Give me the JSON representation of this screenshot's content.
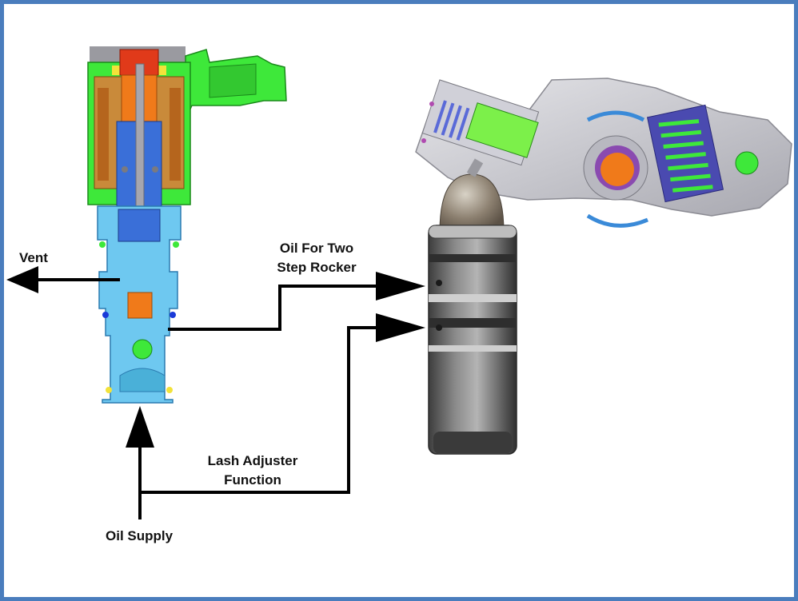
{
  "labels": {
    "vent": "Vent",
    "oil_two_step_line1": "Oil For Two",
    "oil_two_step_line2": "Step Rocker",
    "lash_line1": "Lash Adjuster",
    "lash_line2": "Function",
    "oil_supply": "Oil Supply"
  },
  "colors": {
    "frame": "#4a7dbd",
    "solenoid_green": "#3ee83a",
    "solenoid_blue": "#3a6fd8",
    "solenoid_light_blue": "#6ec8f0",
    "coil_brown": "#b5651d",
    "core_red": "#e03a1a",
    "core_orange": "#f07a1a",
    "rocker_gray": "#c9c9cf",
    "lifter_gray": "#5b5b5b",
    "arrow": "#000000"
  }
}
